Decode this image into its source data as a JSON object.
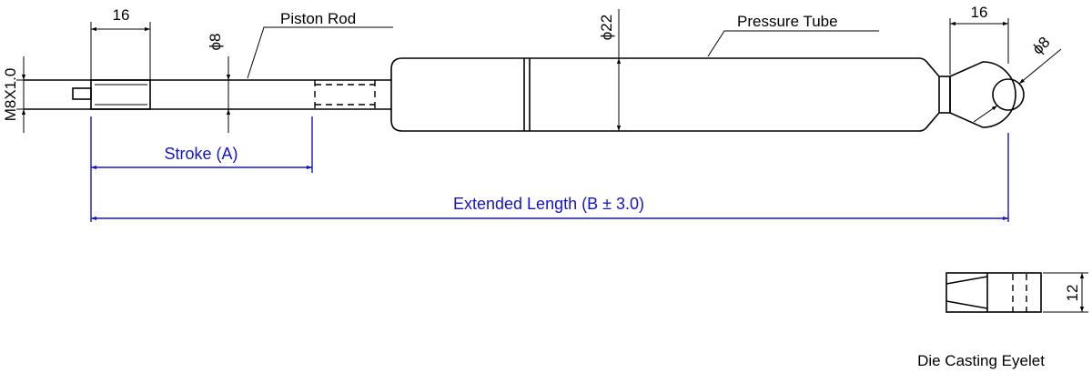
{
  "labels": {
    "thread": "M8X1.0",
    "rod_thread_length": "16",
    "rod_diameter": "ϕ8",
    "piston_rod": "Piston Rod",
    "tube_diameter": "ϕ22",
    "pressure_tube": "Pressure Tube",
    "eyelet_length": "16",
    "eyelet_hole": "ϕ8",
    "stroke": "Stroke (A)",
    "extended_length": "Extended Length (B ± 3.0)",
    "eyelet_width": "12",
    "eyelet_title": "Die Casting Eyelet"
  },
  "colors": {
    "line": "#000000",
    "dimension_blue": "#1414c8"
  }
}
